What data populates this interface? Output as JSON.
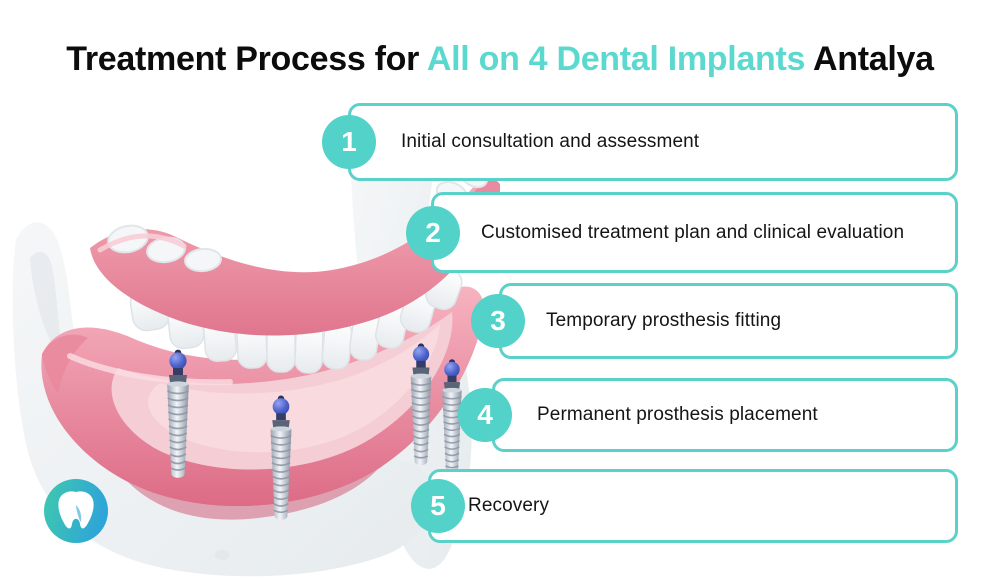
{
  "title": {
    "prefix": "Treatment Process for",
    "highlight": "All on 4 Dental Implants",
    "suffix": "Antalya"
  },
  "steps": [
    {
      "number": "1",
      "label": "Initial consultation and assessment"
    },
    {
      "number": "2",
      "label": "Customised treatment plan and clinical evaluation"
    },
    {
      "number": "3",
      "label": "Temporary prosthesis fitting"
    },
    {
      "number": "4",
      "label": "Permanent prosthesis placement"
    },
    {
      "number": "5",
      "label": "Recovery"
    }
  ],
  "colors": {
    "accent": "#52d2c8",
    "accent_border": "#5ad1c9",
    "title_highlight": "#5cd9cf",
    "heading_text": "#0c0c0c",
    "step_text": "#151515",
    "background": "#ffffff",
    "logo_teal": "#3fc9ad",
    "logo_blue": "#2ea5d8",
    "gum_pink": "#e8869b",
    "implant_blue": "#4053b8",
    "implant_silver": "#b9c1cb"
  },
  "icons": {
    "logo": "tooth-icon",
    "illustration": "all-on-4-jaw-implant-illustration"
  }
}
